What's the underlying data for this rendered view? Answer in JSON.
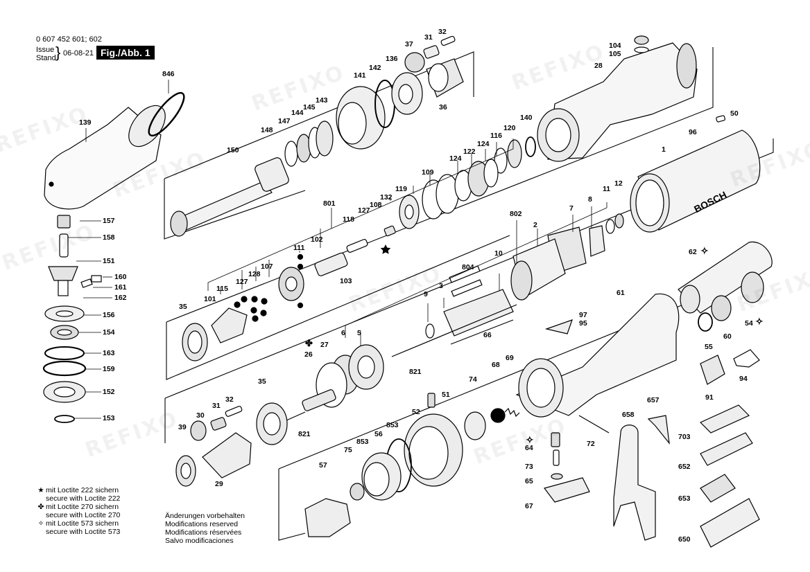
{
  "header": {
    "doc_number": "0 607 452 601; 602",
    "issue_label": "Issue",
    "stand_label": "Stand",
    "date": "06-08-21",
    "figure_label": "Fig./Abb. 1"
  },
  "watermark": "REFIXO",
  "brand_text": "BOSCH",
  "legend": [
    {
      "symbol": "★",
      "line1": "mit Loctite 222 sichern",
      "line2": "secure with Loctite 222"
    },
    {
      "symbol": "✤",
      "line1": "mit Loctite 270 sichern",
      "line2": "secure with Loctite 270"
    },
    {
      "symbol": "✧",
      "line1": "mit Loctite 573 sichern",
      "line2": "secure with Loctite 573"
    }
  ],
  "notes": [
    "Änderungen vorbehalten",
    "Modifications reserved",
    "Modifications réservées",
    "Salvo modificaciones"
  ],
  "part_labels": {
    "p846": "846",
    "p139": "139",
    "p157": "157",
    "p158": "158",
    "p151": "151",
    "p160": "160",
    "p161": "161",
    "p162": "162",
    "p156": "156",
    "p154": "154",
    "p163": "163",
    "p159": "159",
    "p152": "152",
    "p153": "153",
    "p150": "150",
    "p148": "148",
    "p147": "147",
    "p144": "144",
    "p145": "145",
    "p143": "143",
    "p141": "141",
    "p142": "142",
    "p136": "136",
    "p37": "37",
    "p31a": "31",
    "p32a": "32",
    "p36": "36",
    "p104": "104",
    "p105": "105",
    "p28": "28",
    "p140": "140",
    "p120": "120",
    "p116": "116",
    "p124a": "124",
    "p122": "122",
    "p124b": "124",
    "p109": "109",
    "p119": "119",
    "p132": "132",
    "p108": "108",
    "p127a": "127",
    "p118": "118",
    "p801": "801",
    "p102": "102",
    "p111": "111",
    "p107": "107",
    "p128": "128",
    "p127b": "127",
    "p115": "115",
    "p101": "101",
    "p103": "103",
    "p35a": "35",
    "p50": "50",
    "p96": "96",
    "p1": "1",
    "p12": "12",
    "p11": "11",
    "p8": "8",
    "p7": "7",
    "p802": "802",
    "p2": "2",
    "p804": "804",
    "p10": "10",
    "p3": "3",
    "p9": "9",
    "p66": "66",
    "p6": "6",
    "p5": "5",
    "p27": "27",
    "p26": "26",
    "p821a": "821",
    "p62": "62",
    "p61": "61",
    "p97": "97",
    "p95": "95",
    "p55": "55",
    "p60": "60",
    "p54": "54",
    "p94": "94",
    "p91": "91",
    "p68": "68",
    "p69": "69",
    "p74": "74",
    "p51": "51",
    "p52": "52",
    "p853a": "853",
    "p853b": "853",
    "p56": "56",
    "p75": "75",
    "p57": "57",
    "p35b": "35",
    "p31b": "31",
    "p32b": "32",
    "p30": "30",
    "p39": "39",
    "p29": "29",
    "p821b": "821",
    "p64": "64",
    "p73": "73",
    "p65": "65",
    "p67": "67",
    "p72": "72",
    "p657": "657",
    "p658": "658",
    "p703": "703",
    "p652": "652",
    "p653": "653",
    "p650": "650"
  }
}
